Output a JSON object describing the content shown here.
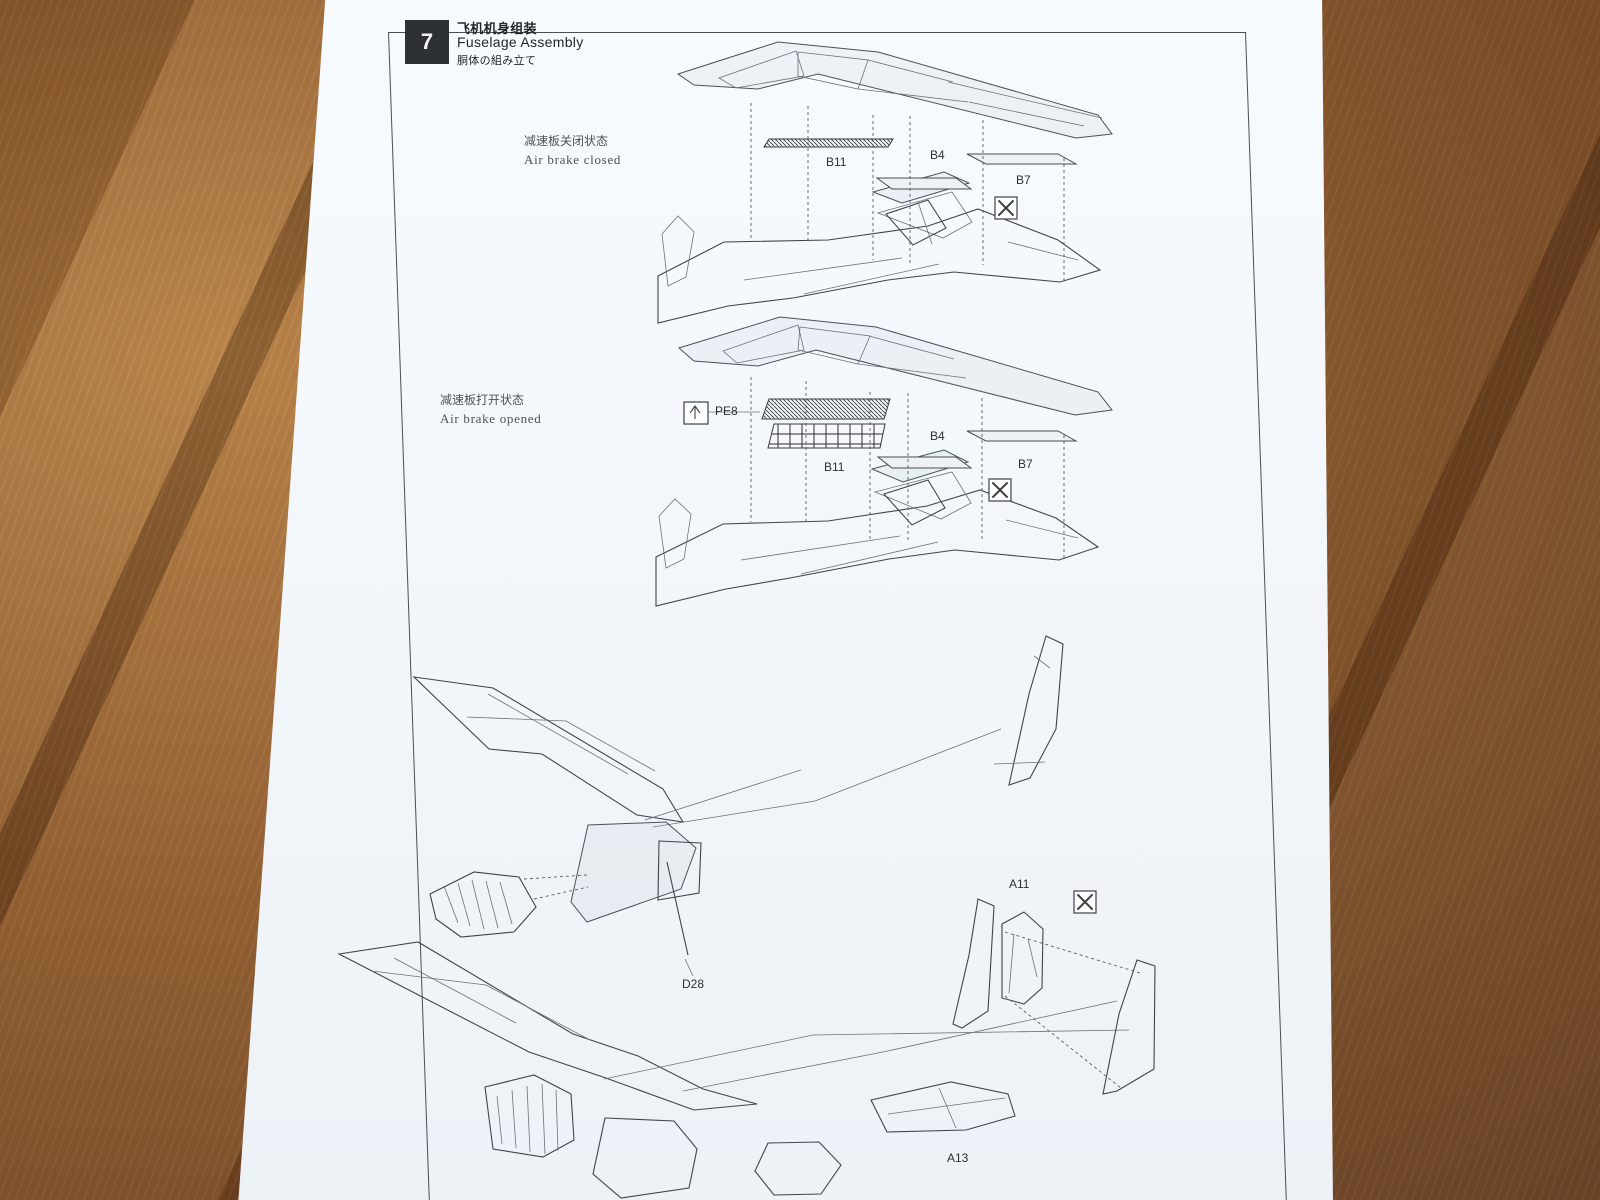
{
  "step": {
    "number": "7",
    "title_zh": "飞机机身组装",
    "title_en": "Fuselage Assembly",
    "title_jp": "胴体の組み立て"
  },
  "captions": {
    "closed": {
      "zh": "减速板关闭状态",
      "en": "Air brake closed"
    },
    "opened": {
      "zh": "减速板打开状态",
      "en": "Air brake opened"
    }
  },
  "parts": {
    "top": {
      "b11": "B11",
      "b4": "B4",
      "b7": "B7"
    },
    "middle": {
      "pe8": "PE8",
      "b11": "B11",
      "b4": "B4",
      "b7": "B7"
    },
    "engine": {
      "d28": "D28"
    },
    "bottom": {
      "a11": "A11",
      "a13": "A13"
    }
  },
  "icons": {
    "do_not_glue": "no-glue-icon",
    "bend_part": "bend-icon"
  }
}
